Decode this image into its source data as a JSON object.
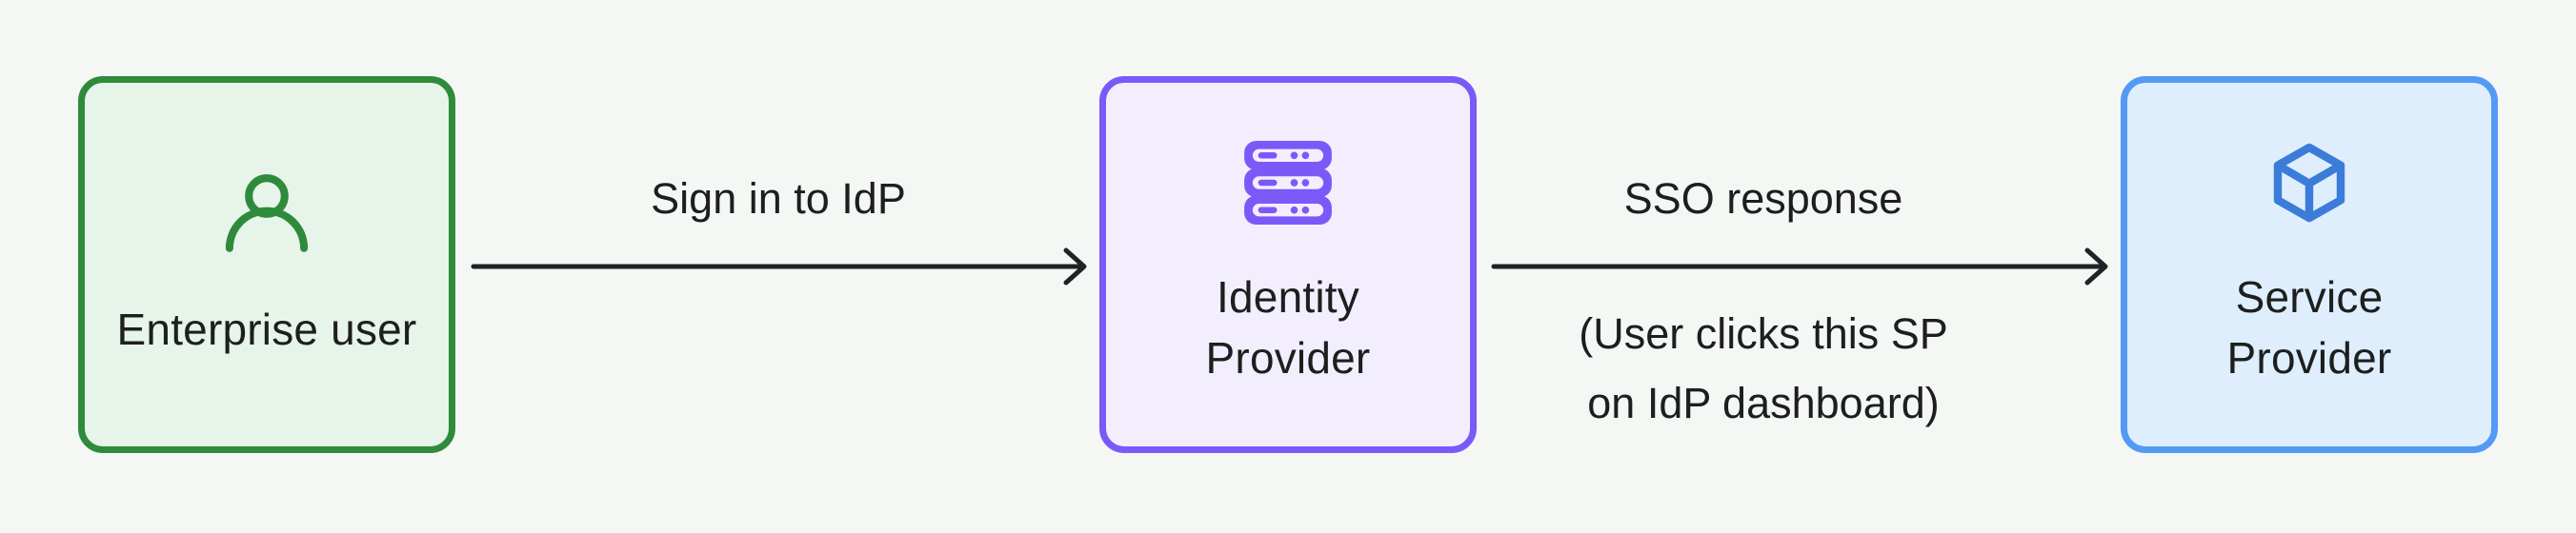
{
  "diagram": {
    "background": "#f5f7f5",
    "text_color": "#1d1f1e",
    "arrow_color": "#202326",
    "nodes": [
      {
        "label": "Enterprise user",
        "icon": "user-icon",
        "fill": "#e7f4e9",
        "border": "#2e8b3b",
        "icon_color": "#2e8b3b"
      },
      {
        "label": "Identity Provider",
        "icon": "server-icon",
        "fill": "#f3eefd",
        "border": "#7b59f8",
        "icon_color": "#7b59f8"
      },
      {
        "label": "Service Provider",
        "icon": "cube-icon",
        "fill": "#dfeefd",
        "border": "#539af4",
        "icon_color": "#3b7cd9"
      }
    ],
    "flows": [
      {
        "label": "Sign in to IdP",
        "note_lines": []
      },
      {
        "label": "SSO response",
        "note_lines": [
          "(User clicks this SP",
          "on IdP dashboard)"
        ]
      }
    ]
  }
}
